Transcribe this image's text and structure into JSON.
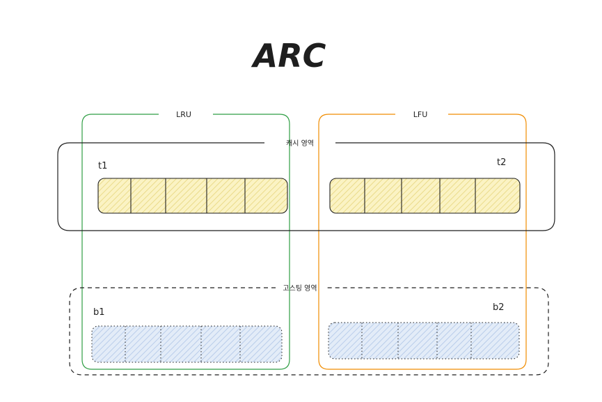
{
  "title": "ARC",
  "groups": {
    "lru": {
      "label": "LRU",
      "color": "#2f9e44"
    },
    "lfu": {
      "label": "LFU",
      "color": "#f08c00"
    }
  },
  "regions": {
    "cache": {
      "label": "캐시 영역"
    },
    "ghost": {
      "label": "고스팅 영역"
    }
  },
  "lists": {
    "t1": {
      "label": "t1",
      "cells": 5,
      "fill": "#f5ecaa"
    },
    "t2": {
      "label": "t2",
      "cells": 5,
      "fill": "#f5ecaa"
    },
    "b1": {
      "label": "b1",
      "cells": 5,
      "fill": "#cfe0f5"
    },
    "b2": {
      "label": "b2",
      "cells": 5,
      "fill": "#cfe0f5"
    }
  }
}
